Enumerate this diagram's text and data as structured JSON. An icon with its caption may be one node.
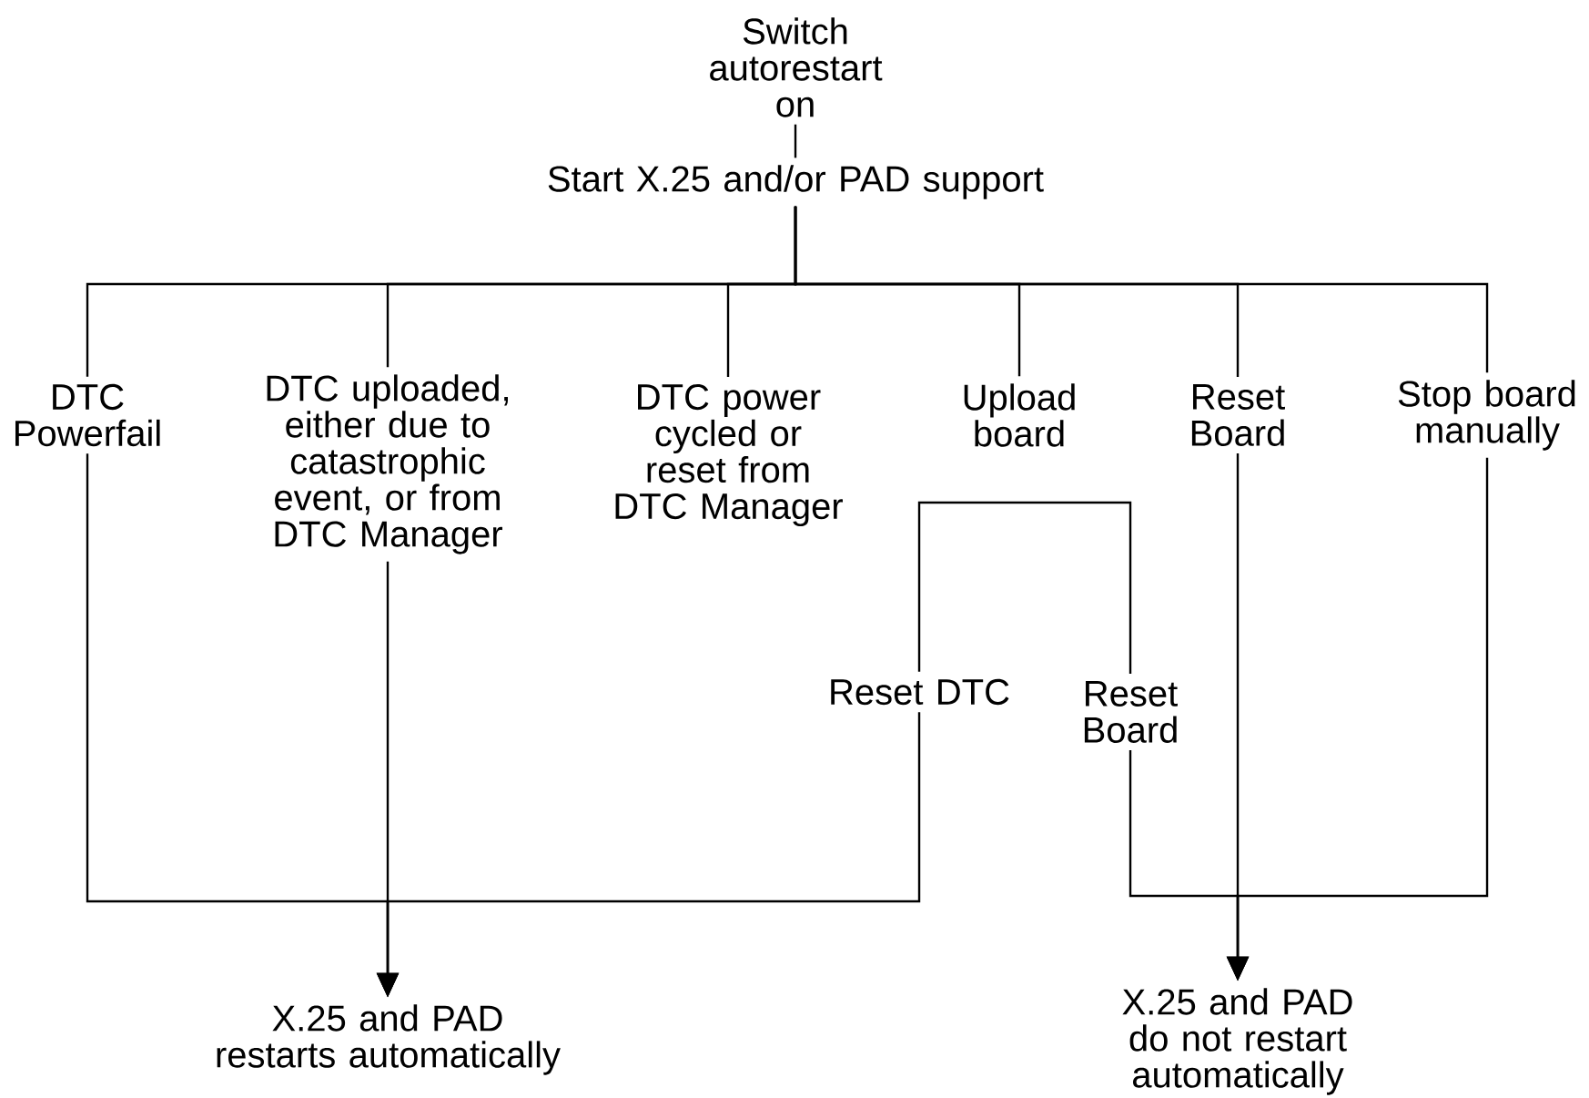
{
  "diagram": {
    "nodes": [
      {
        "text": [
          "Switch autorestart on"
        ]
      },
      {
        "text": [
          "Start X.25 and/or PAD support"
        ]
      },
      {
        "text": [
          "DTC Powerfail"
        ]
      },
      {
        "text": [
          "DTC uploaded, either due to catastrophic event, or from DTC Manager"
        ]
      },
      {
        "text": [
          "DTC power cycled or reset from DTC Manager"
        ]
      },
      {
        "text": [
          "Upload board"
        ]
      },
      {
        "text": [
          "Reset Board"
        ]
      },
      {
        "text": [
          "Stop board manually"
        ]
      },
      {
        "text": [
          "Reset DTC"
        ]
      },
      {
        "text": [
          "Reset Board"
        ]
      },
      {
        "text": [
          "X.25 and PAD restarts automatically"
        ]
      },
      {
        "text": [
          "X.25 and PAD do not restart automatically"
        ]
      }
    ],
    "edges": [
      {
        "from": 0,
        "to": 1,
        "arrow": "none"
      },
      {
        "from": 1,
        "to": 2,
        "arrow": "none"
      },
      {
        "from": 1,
        "to": 3,
        "arrow": "none"
      },
      {
        "from": 1,
        "to": 4,
        "arrow": "none"
      },
      {
        "from": 1,
        "to": 5,
        "arrow": "none"
      },
      {
        "from": 1,
        "to": 6,
        "arrow": "none"
      },
      {
        "from": 1,
        "to": 7,
        "arrow": "none"
      },
      {
        "from": 8,
        "to": 9,
        "arrow": "none"
      },
      {
        "from": 2,
        "to": 10,
        "arrow": "to"
      },
      {
        "from": 3,
        "to": 10,
        "arrow": "to"
      },
      {
        "from": 8,
        "to": 10,
        "arrow": "to"
      },
      {
        "from": 6,
        "to": 11,
        "arrow": "to"
      },
      {
        "from": 9,
        "to": 11,
        "arrow": "to"
      },
      {
        "from": 7,
        "to": 11,
        "arrow": "to"
      }
    ]
  }
}
